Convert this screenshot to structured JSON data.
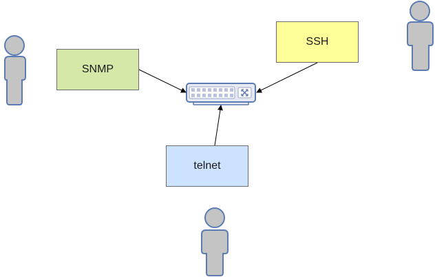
{
  "colors": {
    "snmp_fill": "#d5e8a8",
    "ssh_fill": "#ffff99",
    "telnet_fill": "#cce2ff",
    "person_fill": "#c4c4c4",
    "person_stroke": "#5b7bb4",
    "switch_stroke": "#5b7bb4",
    "switch_fill": "#e6e8f2",
    "connector": "#000000"
  },
  "icons": {
    "user": "user-icon",
    "switch": "network-switch-icon"
  },
  "boxes": {
    "snmp": {
      "label": "SNMP"
    },
    "ssh": {
      "label": "SSH"
    },
    "telnet": {
      "label": "telnet"
    }
  }
}
